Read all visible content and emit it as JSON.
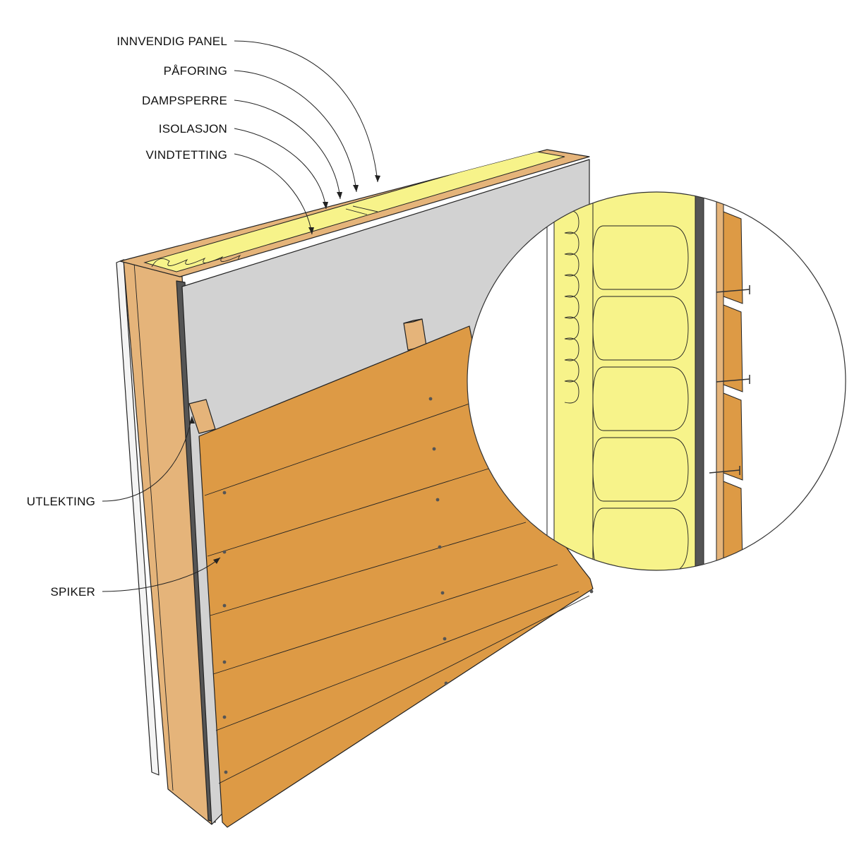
{
  "labels": {
    "innvendig_panel": "INNVENDIG PANEL",
    "paforing": "PÅFORING",
    "dampsperre": "DAMPSPERRE",
    "isolasjon": "ISOLASJON",
    "vindtetting": "VINDTETTING",
    "utlekting": "UTLEKTING",
    "spiker": "SPIKER"
  },
  "colors": {
    "insulation": "#f7f38a",
    "wood_light": "#e5b47a",
    "wood_cladding": "#dd9a45",
    "gypsum": "#d2d2d2",
    "membrane": "#555555"
  }
}
